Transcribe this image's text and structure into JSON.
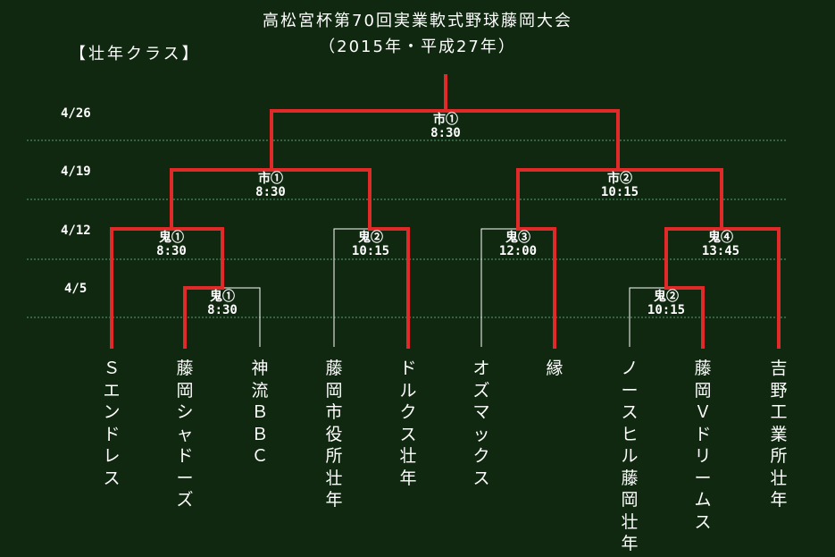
{
  "header": {
    "title": "高松宮杯第70回実業軟式野球藤岡大会",
    "subtitle": "（2015年・平成27年）",
    "class_label": "【壮年クラス】"
  },
  "dates": [
    "4/26",
    "4/19",
    "4/12",
    "4/5"
  ],
  "matches": {
    "m1": {
      "venue": "鬼①",
      "time": "8:30"
    },
    "m2": {
      "venue": "鬼①",
      "time": "8:30"
    },
    "m3": {
      "venue": "鬼②",
      "time": "10:15"
    },
    "m4": {
      "venue": "鬼③",
      "time": "12:00"
    },
    "m5": {
      "venue": "鬼②",
      "time": "10:15"
    },
    "m6": {
      "venue": "鬼④",
      "time": "13:45"
    },
    "m7": {
      "venue": "市①",
      "time": "8:30"
    },
    "m8": {
      "venue": "市②",
      "time": "10:15"
    },
    "m9": {
      "venue": "市①",
      "time": "8:30"
    }
  },
  "teams": [
    "Ｓエンドレス",
    "藤岡シャドーズ",
    "神流ＢＢＣ",
    "藤岡市役所壮年",
    "ドルクス壮年",
    "オズマックス",
    "縁",
    "ノースヒル藤岡壮年",
    "藤岡Ｖドリームス",
    "吉野工業所壮年"
  ],
  "colors": {
    "background": "#102810",
    "line": "#ffffff",
    "winner": "#e02a2a",
    "separator": "#5aa07a"
  }
}
